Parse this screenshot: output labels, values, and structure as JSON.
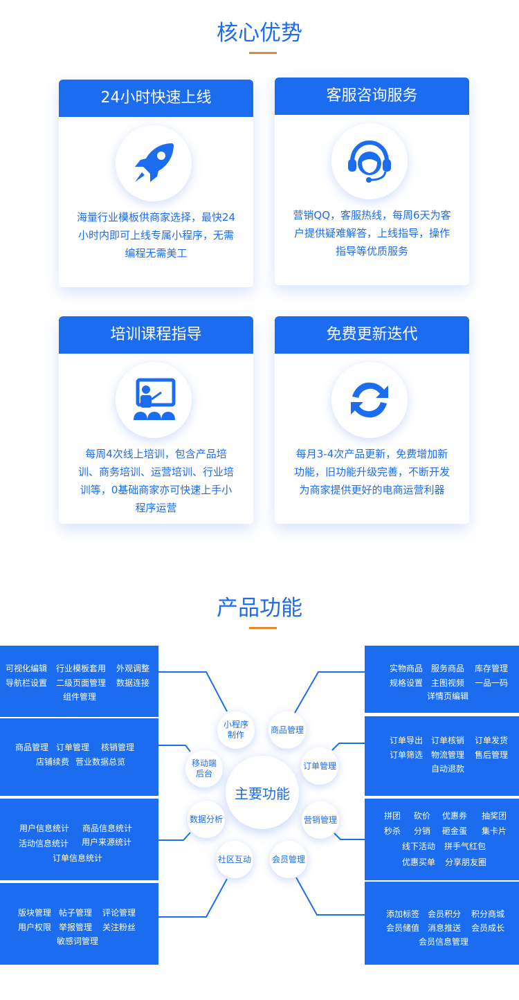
{
  "advantages": {
    "title": "核心优势",
    "cards": [
      {
        "title": "24小时快速上线",
        "icon": "rocket-icon",
        "desc": "海量行业模板供商家选择，最快24小时内即可上线专属小程序，无需编程无需美工"
      },
      {
        "title": "客服咨询服务",
        "icon": "headset-icon",
        "desc": "营销QQ，客服热线，每周6天为客户提供疑难解答，上线指导，操作指导等优质服务"
      },
      {
        "title": "培训课程指导",
        "icon": "training-icon",
        "desc": "每周4次线上培训，包含产品培训、商务培训、运营培训、行业培训等，0基础商家亦可快速上手小程序运营"
      },
      {
        "title": "免费更新迭代",
        "icon": "refresh-icon",
        "desc": "每月3-4次产品更新，免费增加新功能，旧功能升级完善，不断开发为商家提供更好的电商运营利器"
      }
    ]
  },
  "features": {
    "title": "产品功能",
    "center": "主要功能",
    "nodes": {
      "miniprogram": "小程序\n制作",
      "mobile": "移动端\n后台",
      "data": "数据分析",
      "community": "社区互动",
      "goods": "商品管理",
      "order": "订单管理",
      "marketing": "营销管理",
      "member": "会员管理"
    },
    "left_panels": [
      [
        "可视化编辑",
        "行业模板套用",
        "外观调整",
        "导航栏设置",
        "二级页面管理",
        "数据连接",
        "组件管理"
      ],
      [
        "商品管理",
        "订单管理",
        "核销管理",
        "店铺续费",
        "营业数据总览"
      ],
      [
        "用户信息统计",
        "商品信息统计",
        "活动信息统计",
        "用户来源统计",
        "订单信息统计"
      ],
      [
        "版块管理",
        "帖子管理",
        "评论管理",
        "用户权限",
        "举报管理",
        "关注粉丝",
        "敏感词管理"
      ]
    ],
    "right_panels": [
      [
        "实物商品",
        "服务商品",
        "库存管理",
        "规格设置",
        "主图视频",
        "一品一码",
        "详情页编辑"
      ],
      [
        "订单导出",
        "订单核销",
        "订单发货",
        "订单筛选",
        "物流管理",
        "售后管理",
        "自动退款"
      ],
      [
        "拼团",
        "砍价",
        "优惠券",
        "抽奖团",
        "秒杀",
        "分销",
        "砸金蛋",
        "集卡片",
        "线下活动",
        "拼手气红包",
        "优惠买单",
        "分享朋友圈"
      ],
      [
        "添加标签",
        "会员积分",
        "积分商城",
        "会员储值",
        "消息推送",
        "会员成长",
        "会员信息管理"
      ]
    ]
  },
  "colors": {
    "primary": "#1c6cf0",
    "accent": "#e0892f"
  }
}
